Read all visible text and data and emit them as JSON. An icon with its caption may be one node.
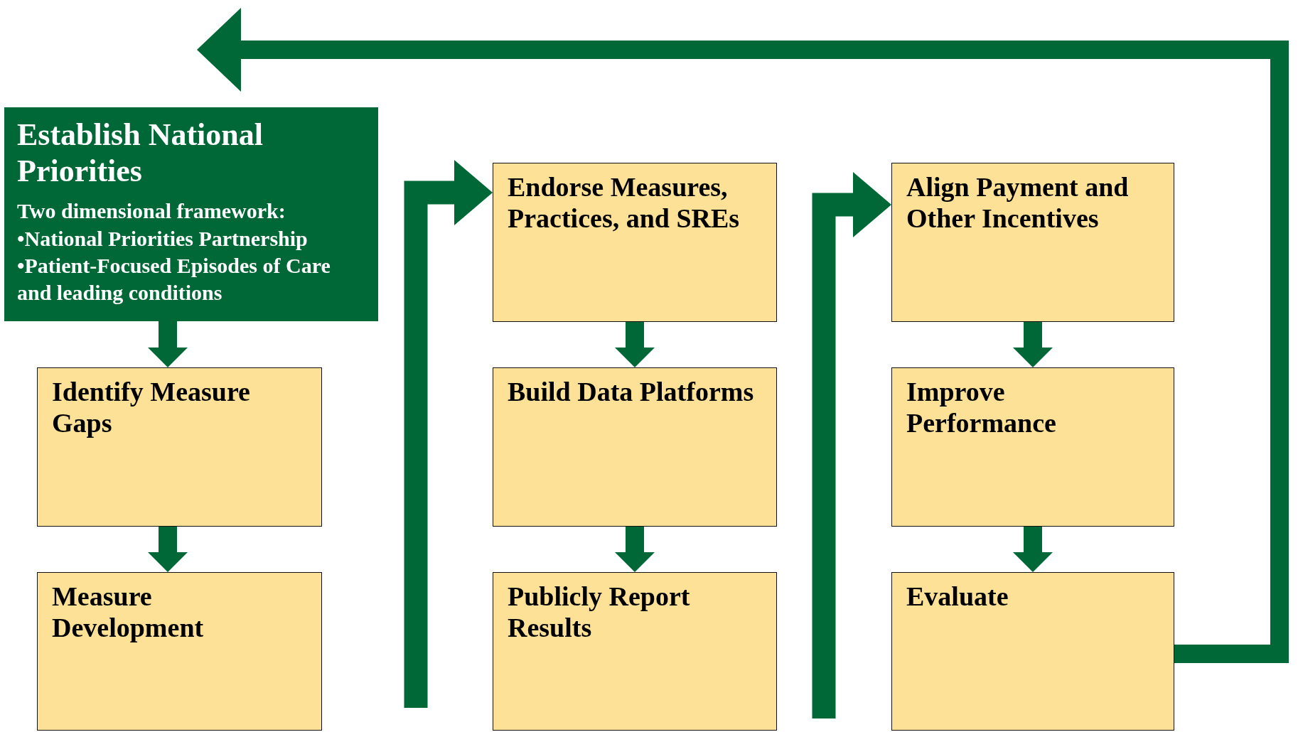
{
  "diagram": {
    "nodes": [
      {
        "text": [
          "Establish National Priorities",
          "Two dimensional framework:",
          "•National Priorities Partnership",
          "•Patient-Focused Episodes of Care and leading conditions"
        ]
      },
      {
        "text": [
          "Identify Measure Gaps"
        ]
      },
      {
        "text": [
          "Measure Development"
        ]
      },
      {
        "text": [
          "Endorse Measures, Practices, and SREs"
        ]
      },
      {
        "text": [
          "Build Data Platforms"
        ]
      },
      {
        "text": [
          "Publicly Report Results"
        ]
      },
      {
        "text": [
          "Align Payment and Other Incentives"
        ]
      },
      {
        "text": [
          "Improve Performance"
        ]
      },
      {
        "text": [
          "Evaluate"
        ]
      }
    ],
    "edges": [
      {
        "from": 0,
        "to": 1,
        "arrow": "to"
      },
      {
        "from": 1,
        "to": 2,
        "arrow": "to"
      },
      {
        "from": 3,
        "to": 4,
        "arrow": "to"
      },
      {
        "from": 4,
        "to": 5,
        "arrow": "to"
      },
      {
        "from": 6,
        "to": 7,
        "arrow": "to"
      },
      {
        "from": 7,
        "to": 8,
        "arrow": "to"
      },
      {
        "from": null,
        "to": 3,
        "arrow": "to"
      },
      {
        "from": null,
        "to": 6,
        "arrow": "to"
      },
      {
        "from": 8,
        "to": 0,
        "arrow": "to"
      }
    ]
  }
}
